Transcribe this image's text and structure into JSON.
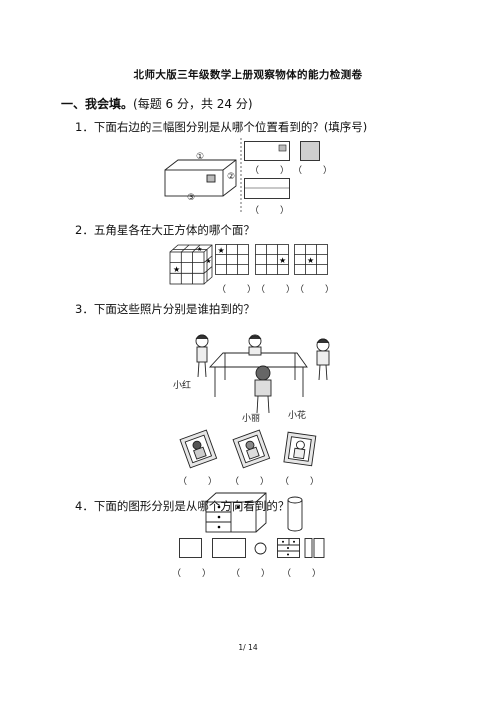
{
  "title": "北师大版三年级数学上册观察物体的能力检测卷",
  "section1": {
    "heading": "一、我会填。",
    "note": "(每题 6 分，共 24 分)"
  },
  "questions": [
    {
      "number": "1．",
      "text": "下面右边的三幅图分别是从哪个位置看到的？(填序号)",
      "labels": [
        "①",
        "②",
        "③"
      ],
      "answers": [
        "（　　）",
        "（　　）",
        "（　　）"
      ]
    },
    {
      "number": "2．",
      "text": "五角星各在大正方体的哪个面？",
      "answers": [
        "（　　）",
        "（　　）",
        "（　　）"
      ]
    },
    {
      "number": "3．",
      "text": "下面这些照片分别是谁拍到的？",
      "names": [
        "小红",
        "小丽",
        "小花"
      ],
      "answers": [
        "（　　）",
        "（　　）",
        "（　　）"
      ]
    },
    {
      "number": "4．",
      "text": "下面的图形分别是从哪个方向看到的？",
      "answers": [
        "（　　）",
        "（　　）",
        "（　　）"
      ]
    }
  ],
  "page": "1/ 14"
}
